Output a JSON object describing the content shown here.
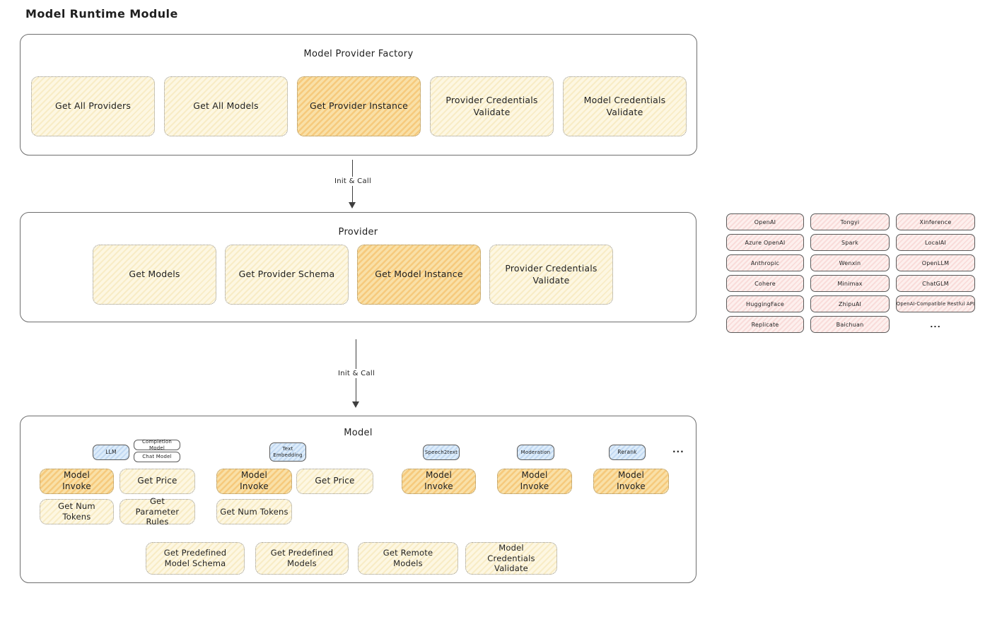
{
  "diagram_title": "Model Runtime Module",
  "colors": {
    "method_fill": "#fdf7e2",
    "method_highlight_fill": "#f9e0ab",
    "provider_chip_fill": "#fdf0ee",
    "type_tag_fill": "#ddecfa",
    "box_border": "#6e6e6e",
    "text": "#1f1f1f"
  },
  "factory": {
    "title": "Model Provider Factory",
    "methods": [
      {
        "label": "Get All Providers",
        "highlight": false
      },
      {
        "label": "Get All Models",
        "highlight": false
      },
      {
        "label": "Get Provider Instance",
        "highlight": true
      },
      {
        "label": "Provider Credentials Validate",
        "highlight": false
      },
      {
        "label": "Model Credentials Validate",
        "highlight": false
      }
    ]
  },
  "arrows": [
    {
      "label": "Init & Call"
    },
    {
      "label": "Init & Call"
    }
  ],
  "provider": {
    "title": "Provider",
    "methods": [
      {
        "label": "Get Models",
        "highlight": false
      },
      {
        "label": "Get Provider Schema",
        "highlight": false
      },
      {
        "label": "Get Model Instance",
        "highlight": true
      },
      {
        "label": "Provider Credentials Validate",
        "highlight": false
      }
    ]
  },
  "providers_list": {
    "items": [
      {
        "label": "OpenAI"
      },
      {
        "label": "Tongyi"
      },
      {
        "label": "Xinference"
      },
      {
        "label": "Azure OpenAI"
      },
      {
        "label": "Spark"
      },
      {
        "label": "LocalAI"
      },
      {
        "label": "Anthropic"
      },
      {
        "label": "Wenxin"
      },
      {
        "label": "OpenLLM"
      },
      {
        "label": "Cohere"
      },
      {
        "label": "Minimax"
      },
      {
        "label": "ChatGLM"
      },
      {
        "label": "HuggingFace"
      },
      {
        "label": "ZhipuAI"
      },
      {
        "label": "OpenAI-Compatible Restful API"
      },
      {
        "label": "Replicate"
      },
      {
        "label": "Baichuan"
      },
      {
        "label": "..."
      }
    ]
  },
  "model": {
    "title": "Model",
    "type_tags": [
      {
        "label": "LLM"
      },
      {
        "label": "Completion Model"
      },
      {
        "label": "Chat Model"
      },
      {
        "label": "Text Embedding"
      },
      {
        "label": "Speech2text"
      },
      {
        "label": "Moderation"
      },
      {
        "label": "Rerank"
      }
    ],
    "ellipsis": "...",
    "method_boxes": [
      {
        "label": "Model Invoke",
        "highlight": true
      },
      {
        "label": "Get Price",
        "highlight": false
      },
      {
        "label": "Model Invoke",
        "highlight": true
      },
      {
        "label": "Get Price",
        "highlight": false
      },
      {
        "label": "Model Invoke",
        "highlight": true
      },
      {
        "label": "Model Invoke",
        "highlight": true
      },
      {
        "label": "Model Invoke",
        "highlight": true
      },
      {
        "label": "Get Num Tokens",
        "highlight": false
      },
      {
        "label": "Get Parameter Rules",
        "highlight": false
      },
      {
        "label": "Get Num Tokens",
        "highlight": false
      },
      {
        "label": "Get Predefined Model Schema",
        "highlight": false
      },
      {
        "label": "Get Predefined Models",
        "highlight": false
      },
      {
        "label": "Get Remote Models",
        "highlight": false
      },
      {
        "label": "Model Credentials Validate",
        "highlight": false
      }
    ]
  }
}
